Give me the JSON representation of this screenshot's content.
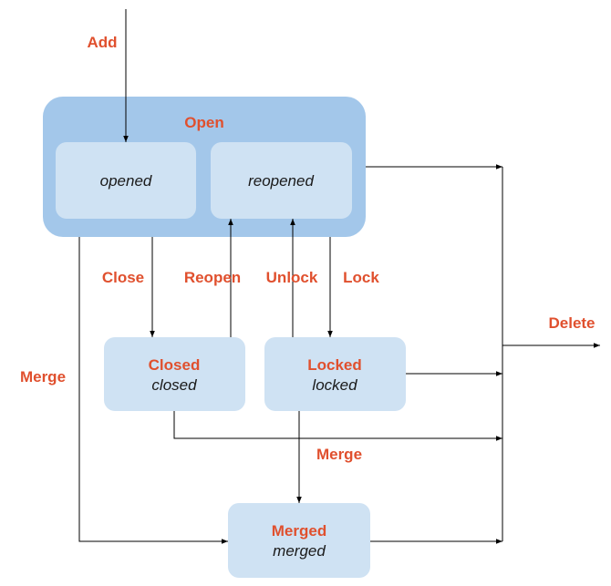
{
  "open_group": {
    "title": "Open",
    "substates": [
      "opened",
      "reopened"
    ]
  },
  "states": {
    "closed": {
      "title": "Closed",
      "name": "closed"
    },
    "locked": {
      "title": "Locked",
      "name": "locked"
    },
    "merged": {
      "title": "Merged",
      "name": "merged"
    }
  },
  "transitions": {
    "add": "Add",
    "close": "Close",
    "reopen": "Reopen",
    "unlock": "Unlock",
    "lock": "Lock",
    "merge_left": "Merge",
    "merge_locked": "Merge",
    "delete": "Delete"
  },
  "colors": {
    "outer_fill": "#a3c7ea",
    "inner_fill": "#cfe2f3",
    "label_red": "#e0502e"
  }
}
